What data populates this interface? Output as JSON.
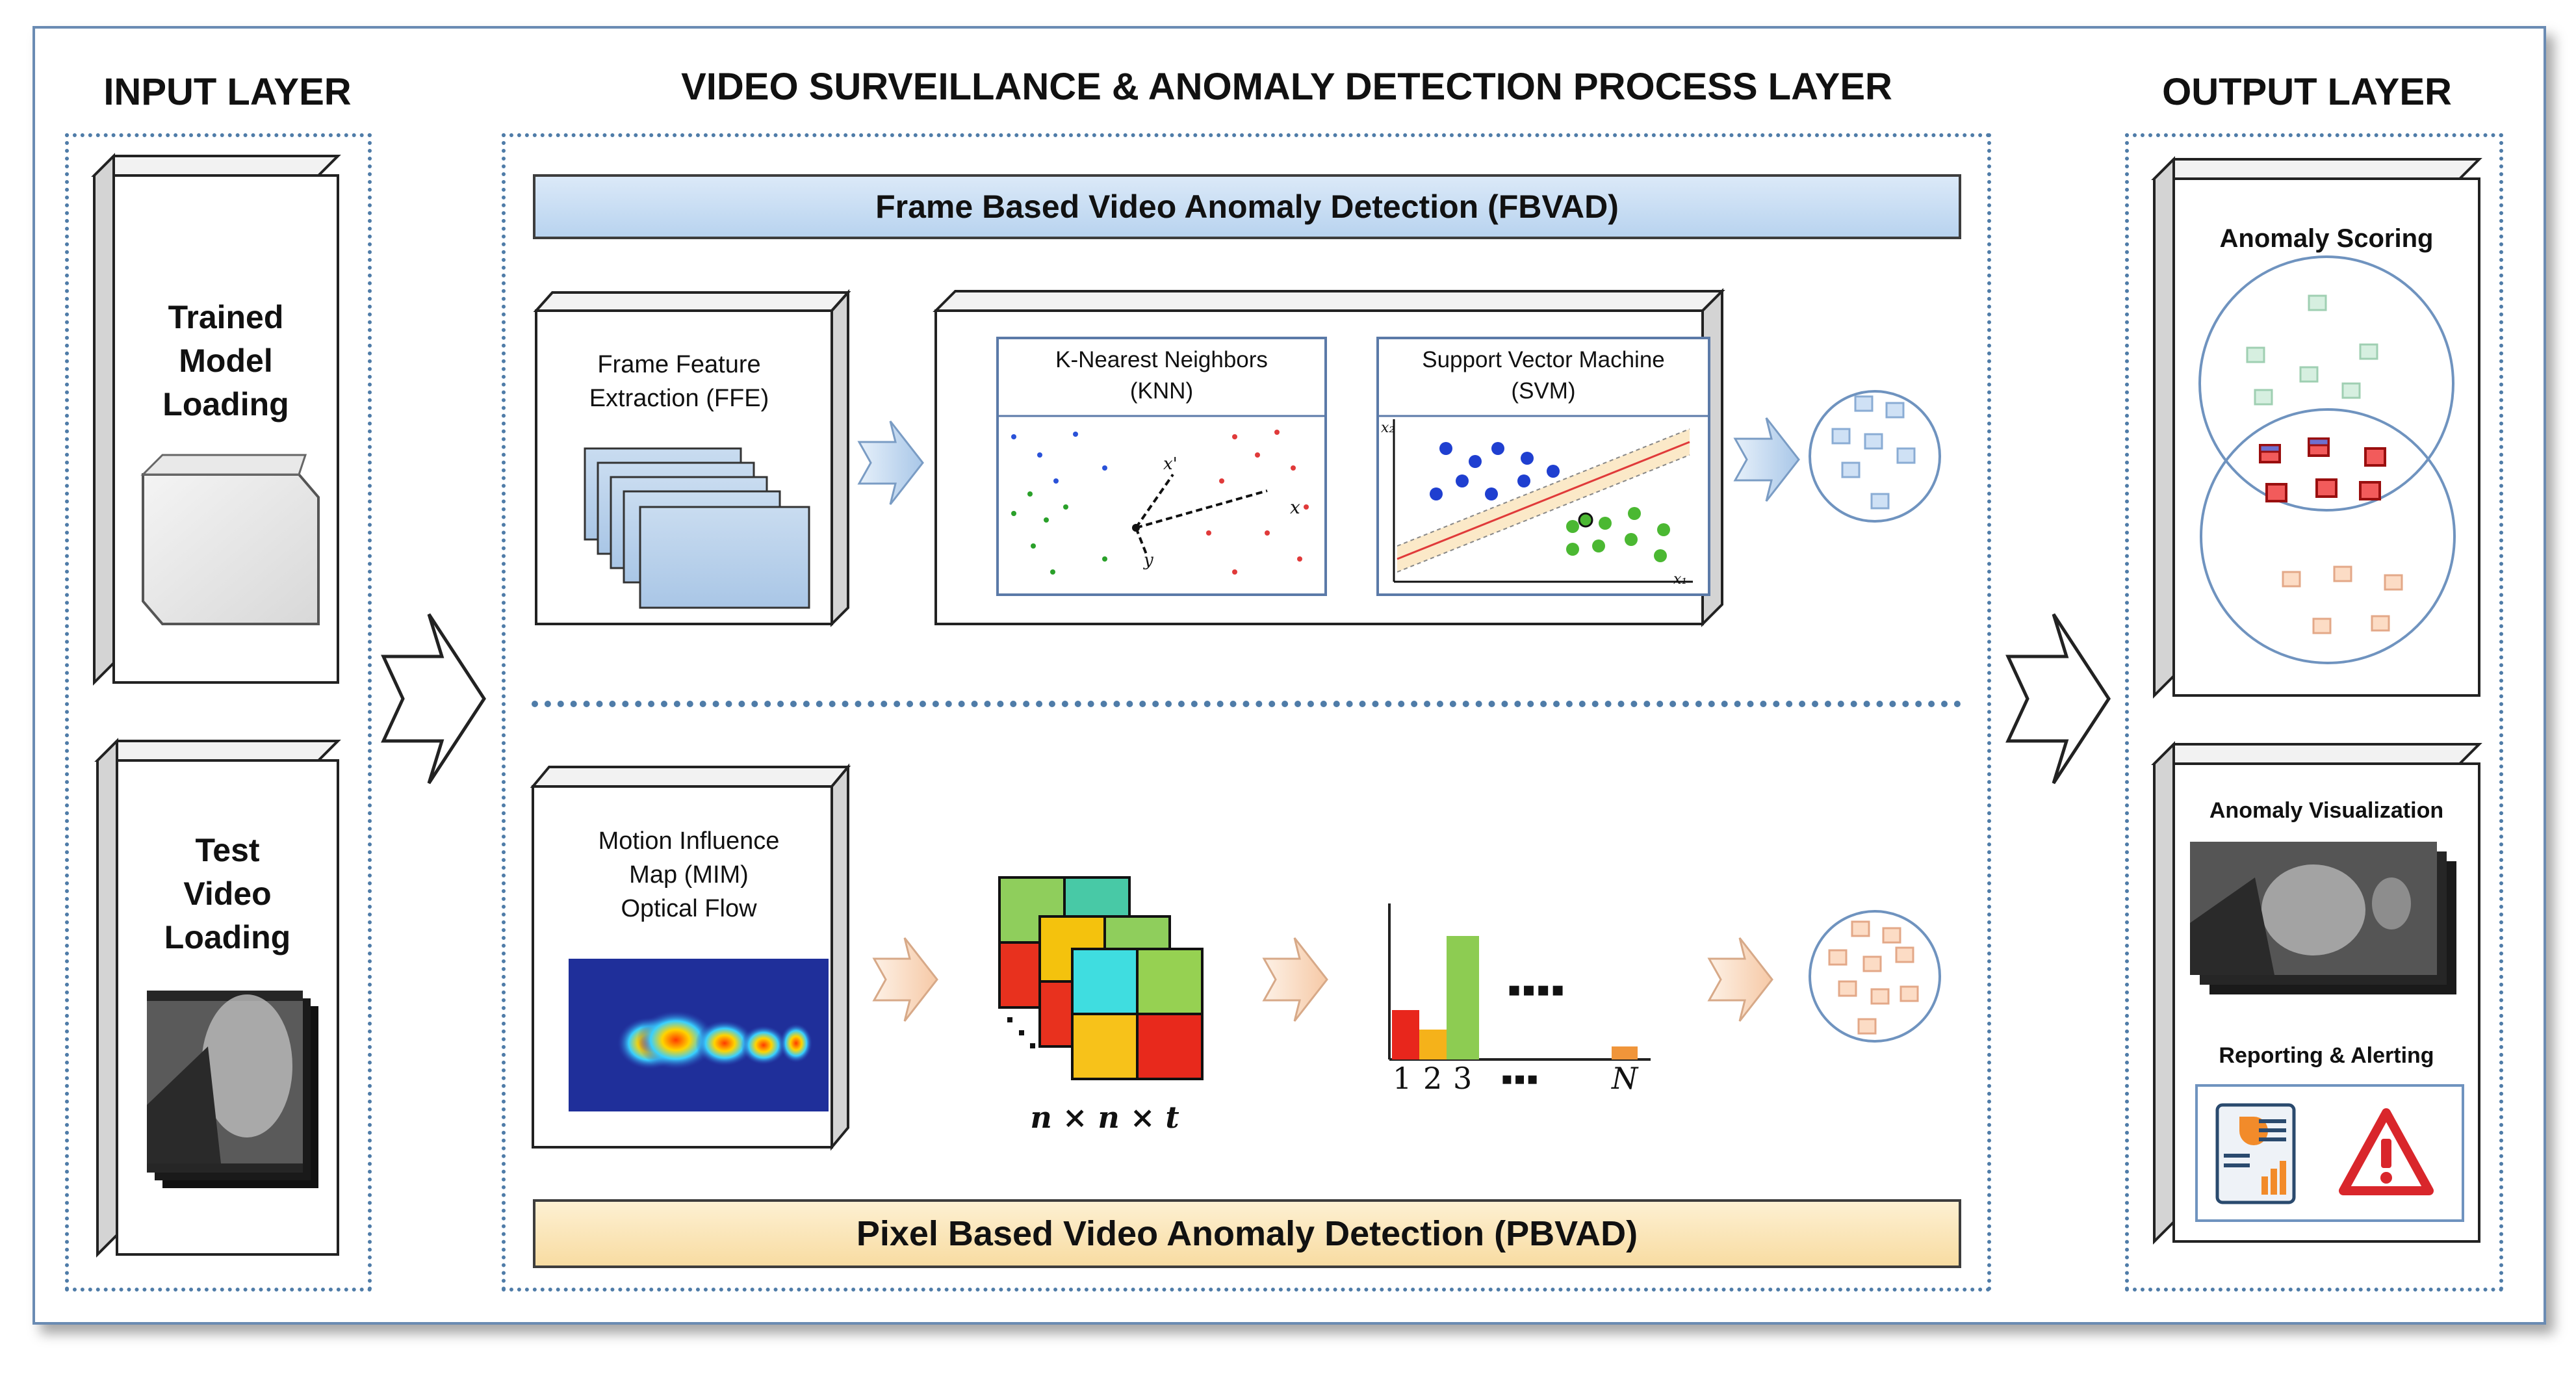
{
  "layers": {
    "input": "INPUT LAYER",
    "process": "VIDEO SURVEILLANCE & ANOMALY DETECTION PROCESS LAYER",
    "output": "OUTPUT LAYER"
  },
  "input": {
    "trained_model": [
      "Trained",
      "Model",
      "Loading"
    ],
    "test_video": [
      "Test",
      "Video",
      "Loading"
    ]
  },
  "fbvad": {
    "title": "Frame Based Video Anomaly Detection (FBVAD)",
    "ffe": [
      "Frame Feature",
      "Extraction (FFE)"
    ],
    "knn": [
      "K-Nearest Neighbors",
      "(KNN)"
    ],
    "svm": [
      "Support Vector Machine",
      "(SVM)"
    ]
  },
  "pbvad": {
    "title": "Pixel Based Video Anomaly Detection (PBVAD)",
    "mim": [
      "Motion Influence",
      "Map (MIM)",
      "Optical Flow"
    ],
    "grid_label": "n × n × t",
    "hist_labels": [
      "1",
      "2",
      "3",
      "N"
    ],
    "dots": "▪▪▪▪",
    "dots_small": "▪▪▪"
  },
  "output": {
    "scoring": "Anomaly Scoring",
    "visualization": "Anomaly Visualization",
    "reporting": "Reporting & Alerting"
  },
  "colors": {
    "frame_border": "#6a8bb3",
    "dotted": "#4f7ca8",
    "fbvad_bar": "#c6dbf2",
    "pbvad_bar": "#fae3b0",
    "anomaly_red": "#d42a2a",
    "normal_green": "#bfe6cf",
    "normal_orange": "#f6c7a6",
    "alert_red": "#d9262b"
  },
  "icons": [
    "cube-box-icon",
    "arrow-right-icon",
    "video-frames-icon",
    "alert-triangle-icon",
    "report-chart-icon"
  ]
}
